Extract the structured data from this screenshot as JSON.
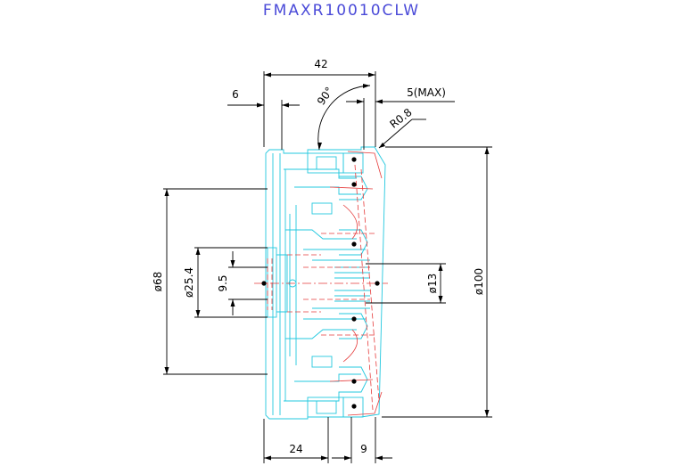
{
  "title": "FMAXR10010CLW",
  "dimensions": {
    "overall_width": "42",
    "flange": "6",
    "angle": "90°",
    "max_depth": "5(MAX)",
    "corner_radius": "R0.8",
    "body_diameter": "ø68",
    "bore_diameter": "ø25.4",
    "keyway": "9.5",
    "inner_diameter": "ø13",
    "cutting_diameter": "ø100",
    "hub_length": "24",
    "insert_length": "9"
  },
  "colors": {
    "title": "#4a4ad8",
    "outline": "#23c8df",
    "hidden": "#e53b3b",
    "dimension": "#000000"
  }
}
